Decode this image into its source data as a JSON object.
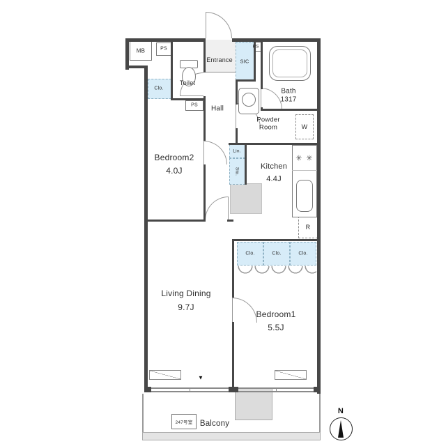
{
  "rooms": {
    "bedroom2": {
      "name": "Bedroom2",
      "size": "4.0J"
    },
    "living_dining": {
      "name": "Living Dining",
      "size": "9.7J"
    },
    "bedroom1": {
      "name": "Bedroom1",
      "size": "5.5J"
    },
    "kitchen": {
      "name": "Kitchen",
      "size": "4.4J"
    },
    "bath": {
      "name": "Bath",
      "size": "1317"
    },
    "powder": {
      "line1": "Powder",
      "line2": "Room"
    },
    "hall": {
      "name": "Hall"
    },
    "entrance": {
      "name": "Entrance"
    },
    "toilet": {
      "name": "Toilet"
    },
    "sic": {
      "name": "SIC"
    }
  },
  "fixtures": {
    "meter_box": "MB",
    "pipe_space": "PS",
    "closet": "Clo.",
    "linen": "Lin.",
    "storage": "Sto.",
    "washer": "W",
    "refrigerator": "R"
  },
  "balcony": {
    "label": "Balcony",
    "room_number": "247号室"
  },
  "compass": {
    "north_label": "N"
  },
  "icons": {
    "burner_glyph": "✳",
    "door_pointer_glyph": "▼"
  },
  "colors": {
    "wall": "#474747",
    "closet_fill": "#d7ecf8",
    "gray_fill": "#d9d9d9"
  }
}
